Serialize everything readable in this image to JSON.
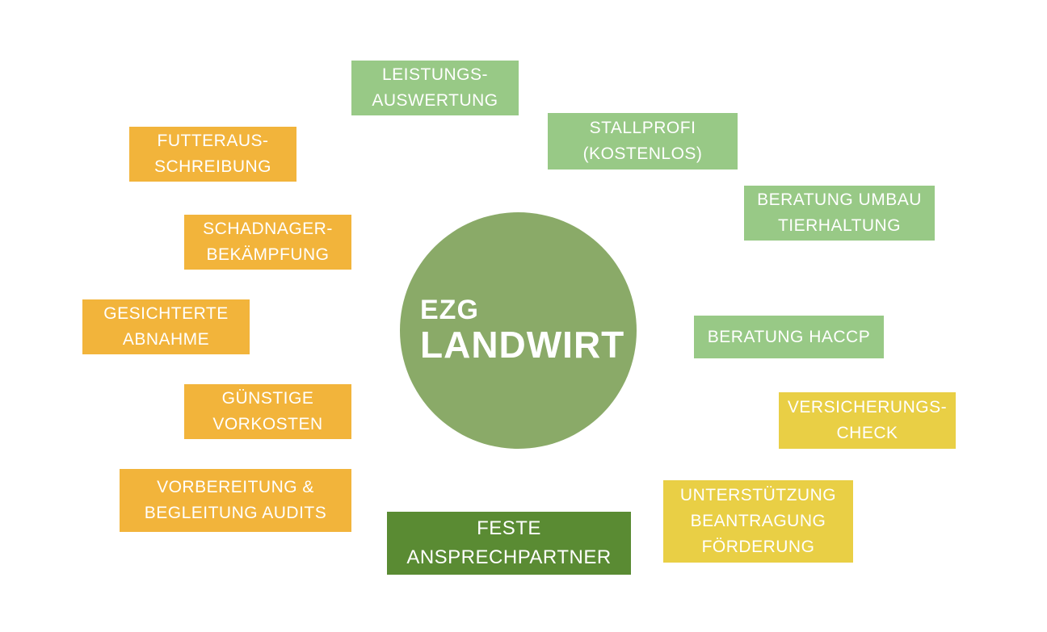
{
  "center": {
    "line1": "EZG",
    "line2": "LANDWIRT"
  },
  "boxes": {
    "futter": {
      "lines": [
        "FUTTERAUS-",
        "SCHREIBUNG"
      ]
    },
    "schad": {
      "lines": [
        "SCHADNAGER-",
        "BEKÄMPFUNG"
      ]
    },
    "gesich": {
      "lines": [
        "GESICHTERTE",
        "ABNAHME"
      ]
    },
    "guenst": {
      "lines": [
        "GÜNSTIGE",
        "VORKOSTEN"
      ]
    },
    "vorber": {
      "lines": [
        "VORBEREITUNG &",
        "BEGLEITUNG AUDITS"
      ]
    },
    "leist": {
      "lines": [
        "LEISTUNGS-",
        "AUSWERTUNG"
      ]
    },
    "stall": {
      "lines": [
        "STALLPROFI",
        "(KOSTENLOS)"
      ]
    },
    "umbau": {
      "lines": [
        "BERATUNG UMBAU",
        "TIERHALTUNG"
      ]
    },
    "haccp": {
      "lines": [
        "BERATUNG HACCP"
      ]
    },
    "versich": {
      "lines": [
        "VERSICHERUNGS-",
        "CHECK"
      ]
    },
    "unterst": {
      "lines": [
        "UNTERSTÜTZUNG",
        "BEANTRAGUNG",
        "FÖRDERUNG"
      ]
    },
    "feste": {
      "lines": [
        "FESTE",
        "ANSPRECHPARTNER"
      ]
    }
  },
  "colors": {
    "orange": "#f2b43b",
    "light_green": "#98c986",
    "yellow": "#e9cf45",
    "dark_green": "#5a8b33",
    "circle": "#8aaa68"
  }
}
